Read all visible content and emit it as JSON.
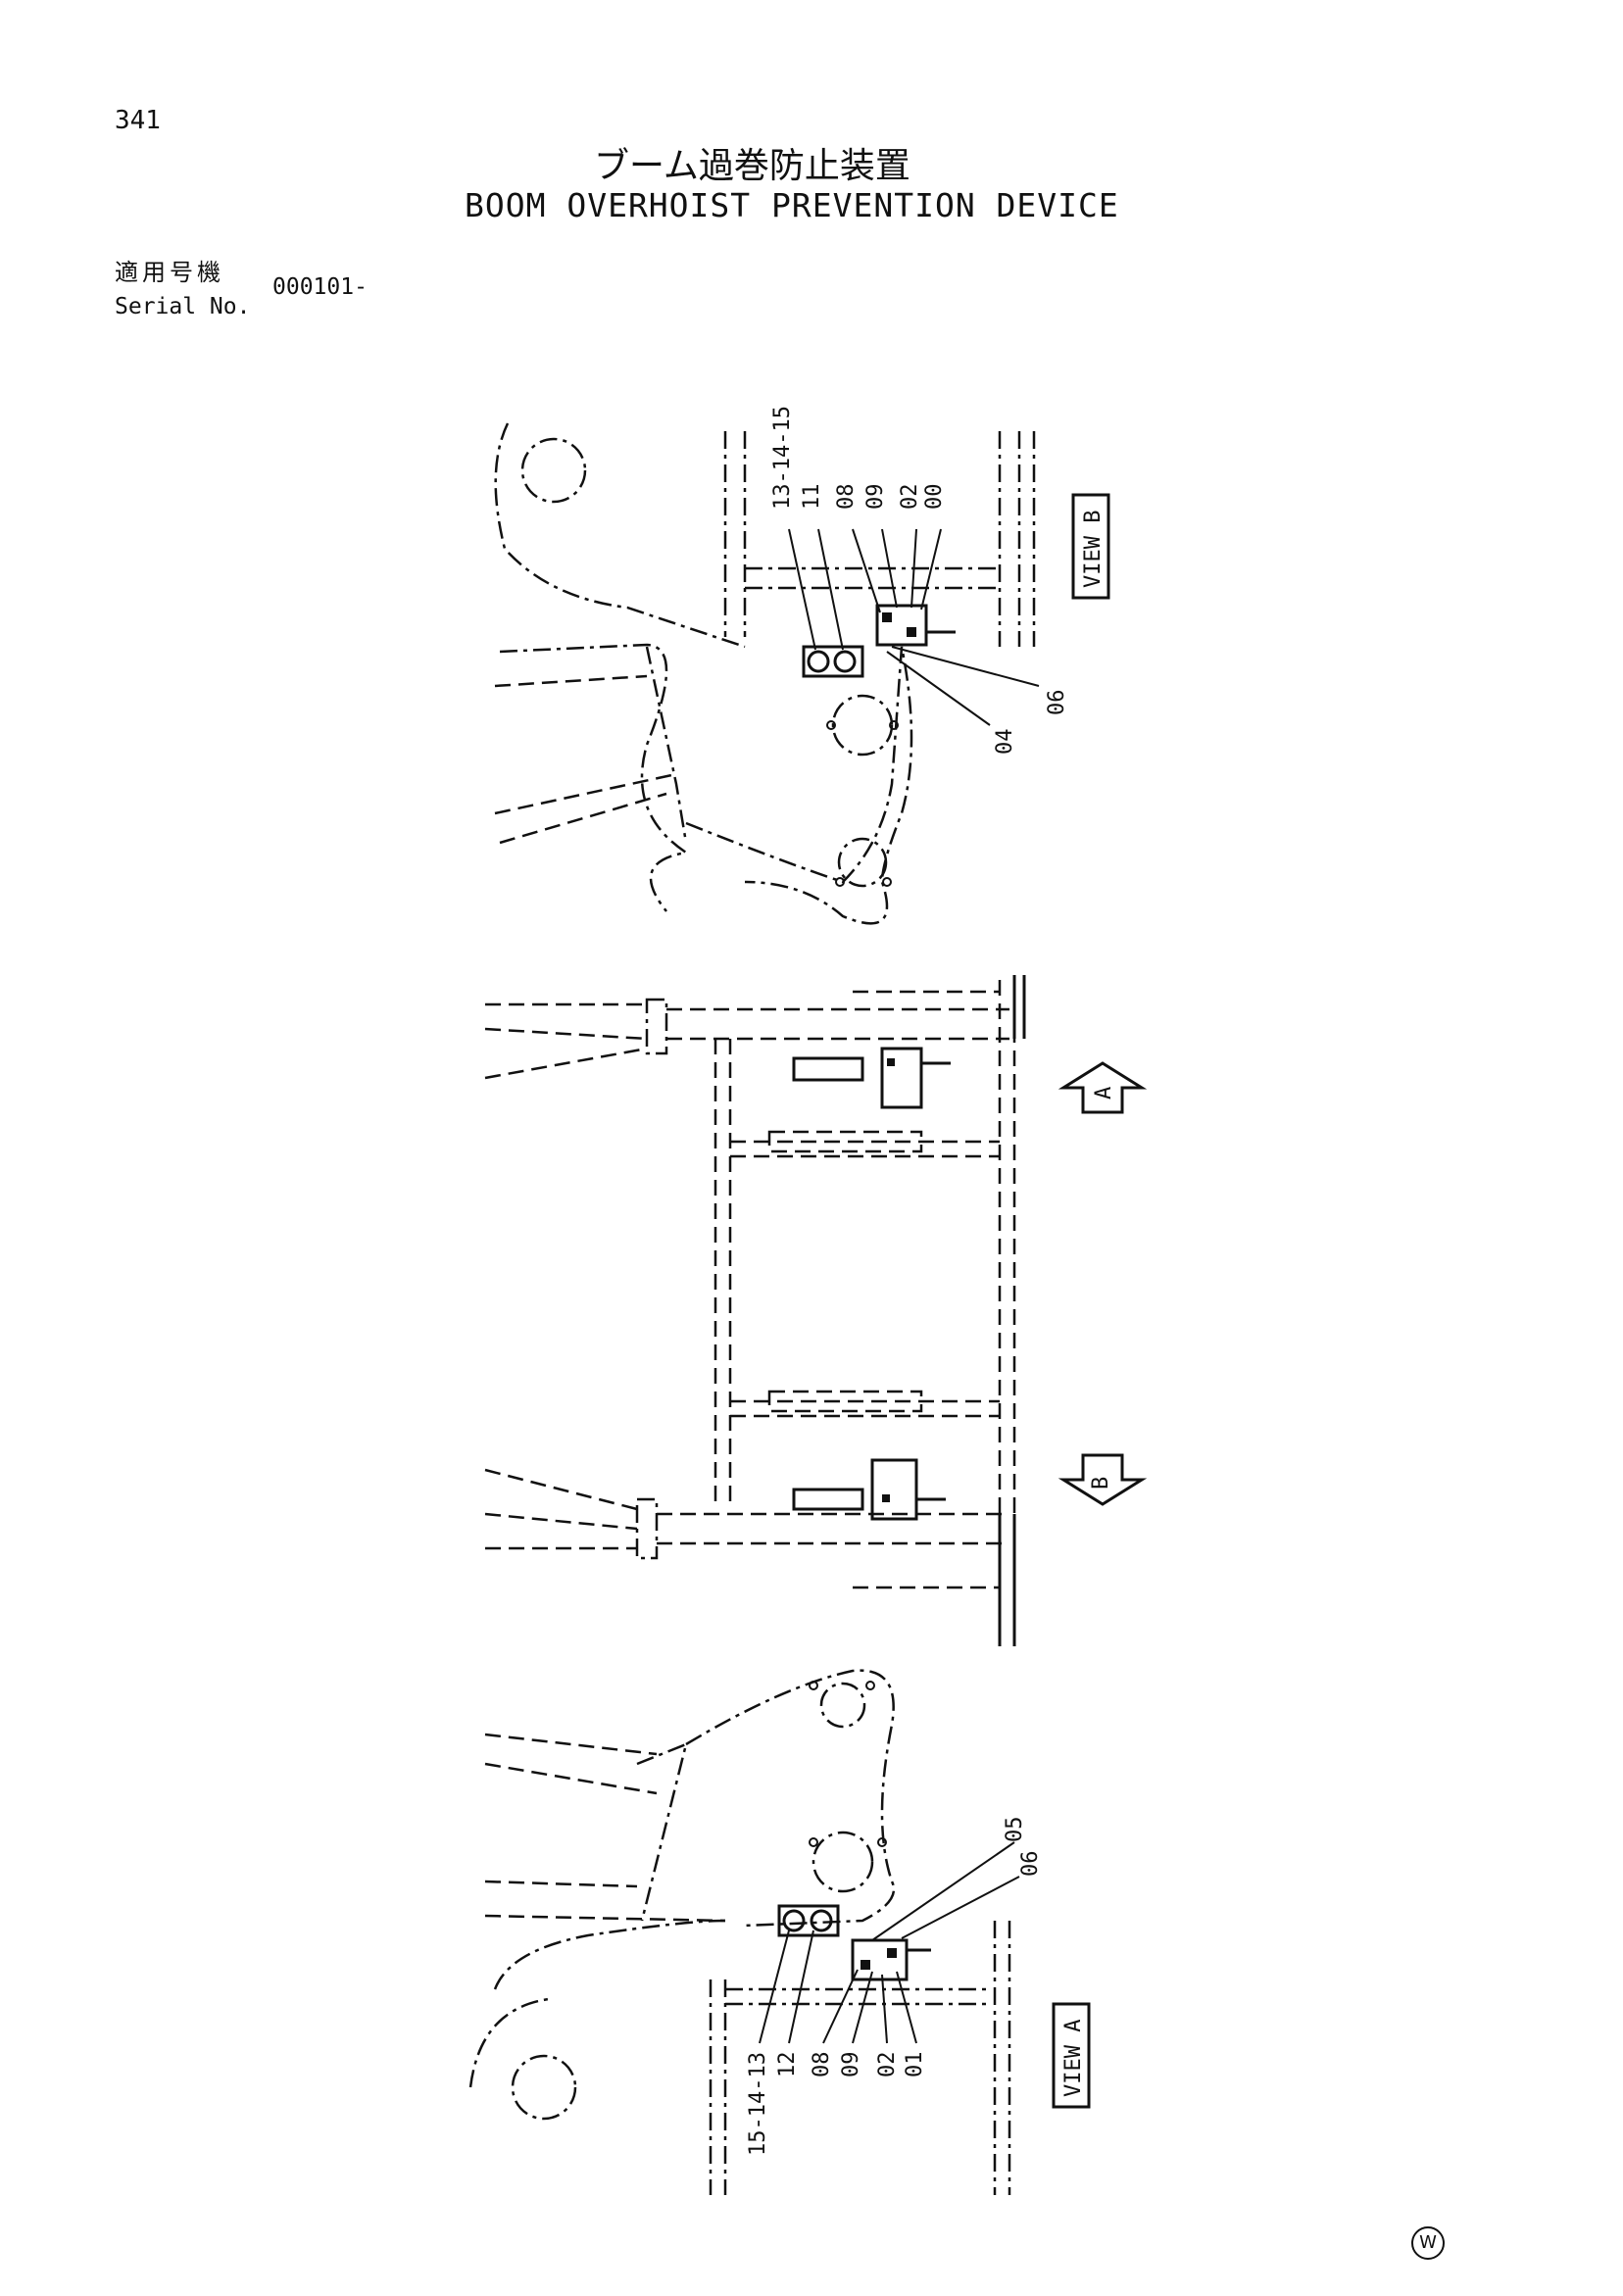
{
  "header": {
    "page_number": "341",
    "title_jp": "ブーム過巻防止装置",
    "title_en": "BOOM OVERHOIST PREVENTION DEVICE",
    "serial_label_jp": "適用号機",
    "serial_label_en": "Serial No.",
    "serial_value": "000101-"
  },
  "view_b": {
    "view_label": "VIEW B",
    "callouts": [
      "13-14-15",
      "11",
      "08",
      "09",
      "02",
      "00",
      "06",
      "04"
    ]
  },
  "plan_view": {
    "arrow_a": "A",
    "arrow_b": "B"
  },
  "view_a": {
    "view_label": "VIEW A",
    "callouts": [
      "15-14-13",
      "12",
      "08",
      "09",
      "02",
      "01",
      "05",
      "06"
    ]
  },
  "footer": {
    "watermark": "W"
  }
}
